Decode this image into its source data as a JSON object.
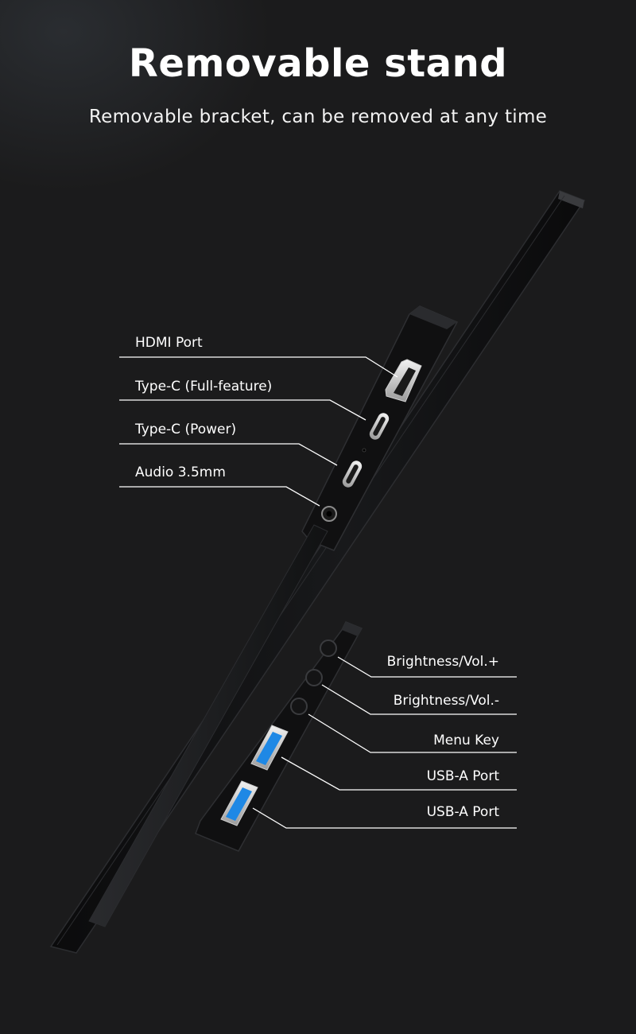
{
  "page": {
    "title": "Removable stand",
    "subtitle": "Removable bracket, can be removed at any time"
  },
  "callouts": {
    "left": [
      {
        "id": "hdmi-port",
        "label": "HDMI Port"
      },
      {
        "id": "type-c-full",
        "label": "Type-C (Full-feature)"
      },
      {
        "id": "type-c-power",
        "label": "Type-C (Power)"
      },
      {
        "id": "audio-jack",
        "label": "Audio 3.5mm"
      }
    ],
    "right": [
      {
        "id": "brightness-up",
        "label": "Brightness/Vol.+"
      },
      {
        "id": "brightness-down",
        "label": "Brightness/Vol.-"
      },
      {
        "id": "menu-key",
        "label": "Menu Key"
      },
      {
        "id": "usb-a-1",
        "label": "USB-A Port"
      },
      {
        "id": "usb-a-2",
        "label": "USB-A Port"
      }
    ]
  },
  "colors": {
    "background": "#1b1b1c",
    "device_body": "#0e0e0f",
    "usb_blue": "#1e88e5",
    "leader_line": "#ffffff"
  }
}
